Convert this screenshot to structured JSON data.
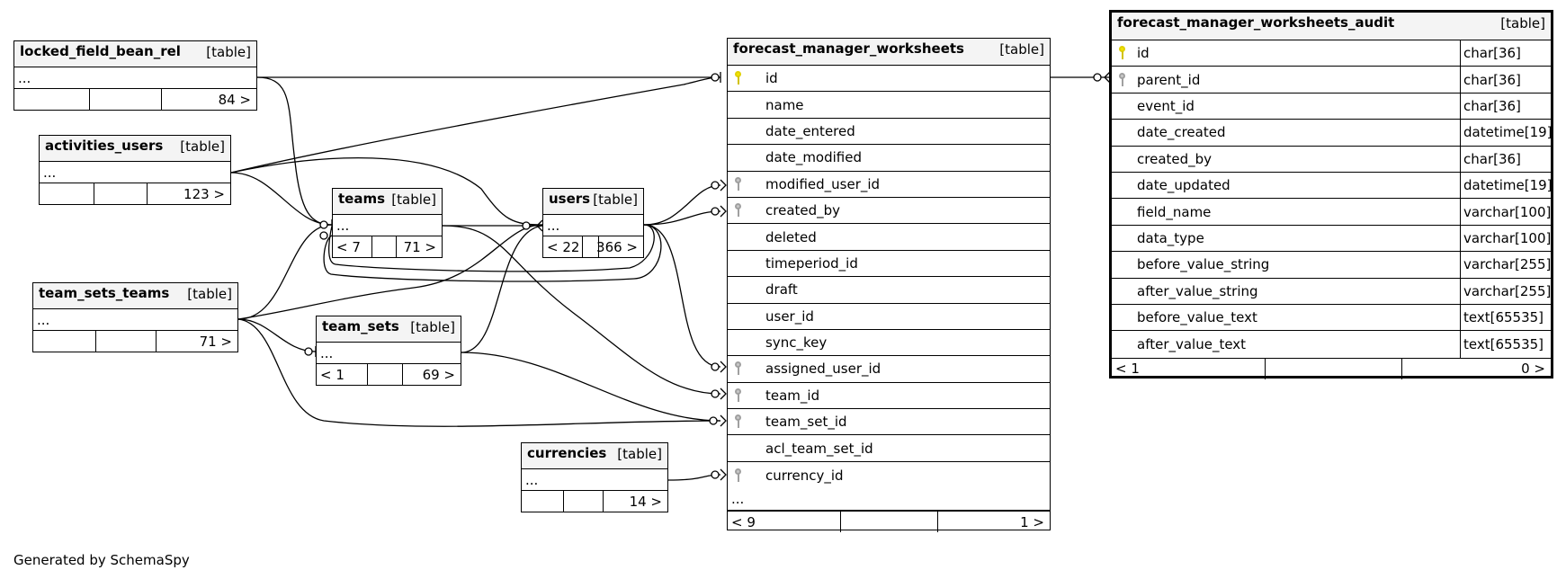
{
  "tables": {
    "locked_field_bean_rel": {
      "name": "locked_field_bean_rel",
      "type": "[table]",
      "ellipsis": "...",
      "footer": {
        "left": "",
        "right": "84 >"
      }
    },
    "activities_users": {
      "name": "activities_users",
      "type": "[table]",
      "ellipsis": "...",
      "footer": {
        "left": "",
        "right": "123 >"
      }
    },
    "teams": {
      "name": "teams",
      "type": "[table]",
      "ellipsis": "...",
      "footer": {
        "left": "< 7",
        "right": "71 >"
      }
    },
    "users": {
      "name": "users",
      "type": "[table]",
      "ellipsis": "...",
      "footer": {
        "left": "< 22",
        "right": "366 >"
      }
    },
    "team_sets_teams": {
      "name": "team_sets_teams",
      "type": "[table]",
      "ellipsis": "...",
      "footer": {
        "left": "",
        "right": "71 >"
      }
    },
    "team_sets": {
      "name": "team_sets",
      "type": "[table]",
      "ellipsis": "...",
      "footer": {
        "left": "< 1",
        "right": "69 >"
      }
    },
    "currencies": {
      "name": "currencies",
      "type": "[table]",
      "ellipsis": "...",
      "footer": {
        "left": "",
        "right": "14 >"
      }
    },
    "forecast_manager_worksheets": {
      "name": "forecast_manager_worksheets",
      "type": "[table]",
      "columns": [
        {
          "name": "id",
          "key": "pk"
        },
        {
          "name": "name",
          "key": ""
        },
        {
          "name": "date_entered",
          "key": ""
        },
        {
          "name": "date_modified",
          "key": ""
        },
        {
          "name": "modified_user_id",
          "key": "fk"
        },
        {
          "name": "created_by",
          "key": "fk"
        },
        {
          "name": "deleted",
          "key": ""
        },
        {
          "name": "timeperiod_id",
          "key": ""
        },
        {
          "name": "draft",
          "key": ""
        },
        {
          "name": "user_id",
          "key": ""
        },
        {
          "name": "sync_key",
          "key": ""
        },
        {
          "name": "assigned_user_id",
          "key": "fk"
        },
        {
          "name": "team_id",
          "key": "fk"
        },
        {
          "name": "team_set_id",
          "key": "fk"
        },
        {
          "name": "acl_team_set_id",
          "key": ""
        },
        {
          "name": "currency_id",
          "key": "fk"
        }
      ],
      "ellipsis": "...",
      "footer": {
        "left": "< 9",
        "right": "1 >"
      }
    },
    "forecast_manager_worksheets_audit": {
      "name": "forecast_manager_worksheets_audit",
      "type": "[table]",
      "columns": [
        {
          "name": "id",
          "type": "char[36]",
          "key": "pk"
        },
        {
          "name": "parent_id",
          "type": "char[36]",
          "key": "fk"
        },
        {
          "name": "event_id",
          "type": "char[36]",
          "key": ""
        },
        {
          "name": "date_created",
          "type": "datetime[19]",
          "key": ""
        },
        {
          "name": "created_by",
          "type": "char[36]",
          "key": ""
        },
        {
          "name": "date_updated",
          "type": "datetime[19]",
          "key": ""
        },
        {
          "name": "field_name",
          "type": "varchar[100]",
          "key": ""
        },
        {
          "name": "data_type",
          "type": "varchar[100]",
          "key": ""
        },
        {
          "name": "before_value_string",
          "type": "varchar[255]",
          "key": ""
        },
        {
          "name": "after_value_string",
          "type": "varchar[255]",
          "key": ""
        },
        {
          "name": "before_value_text",
          "type": "text[65535]",
          "key": ""
        },
        {
          "name": "after_value_text",
          "type": "text[65535]",
          "key": ""
        }
      ],
      "footer": {
        "left": "< 1",
        "right": "0 >"
      }
    }
  },
  "generated_by": "Generated by SchemaSpy"
}
